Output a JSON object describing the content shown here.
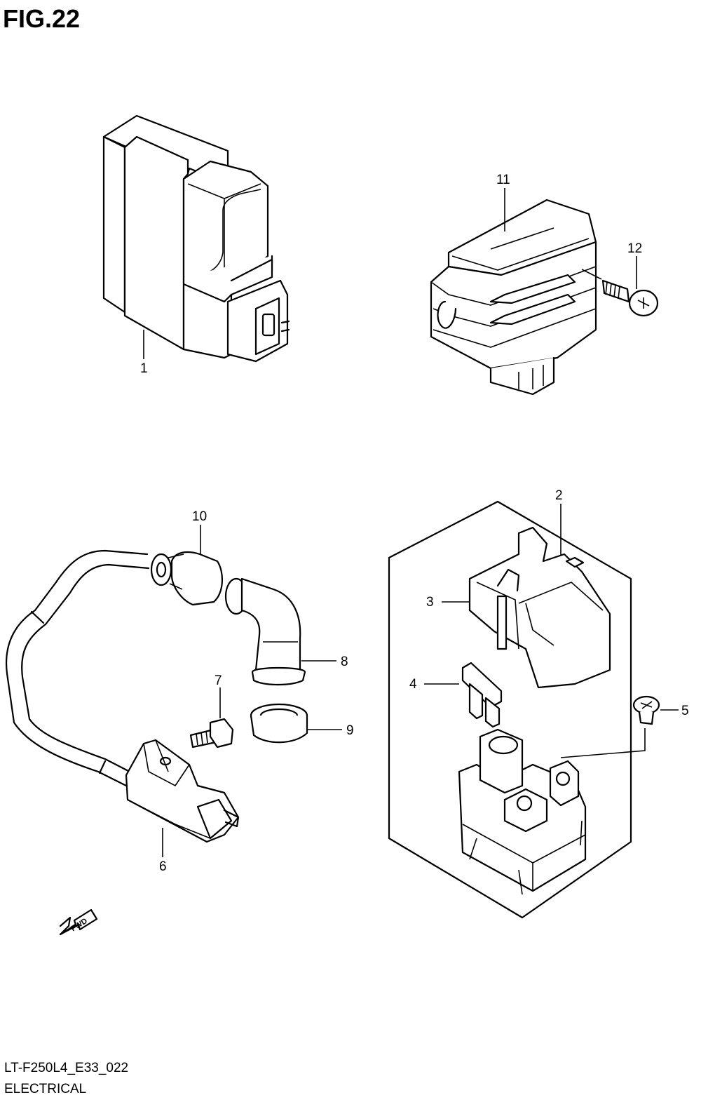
{
  "figure": {
    "title": "FIG.22",
    "code": "LT-F250L4_E33_022",
    "caption": "ELECTRICAL",
    "fwd_label": "FWD"
  },
  "callouts": [
    "1",
    "2",
    "3",
    "4",
    "5",
    "6",
    "7",
    "8",
    "9",
    "10",
    "11",
    "12"
  ]
}
